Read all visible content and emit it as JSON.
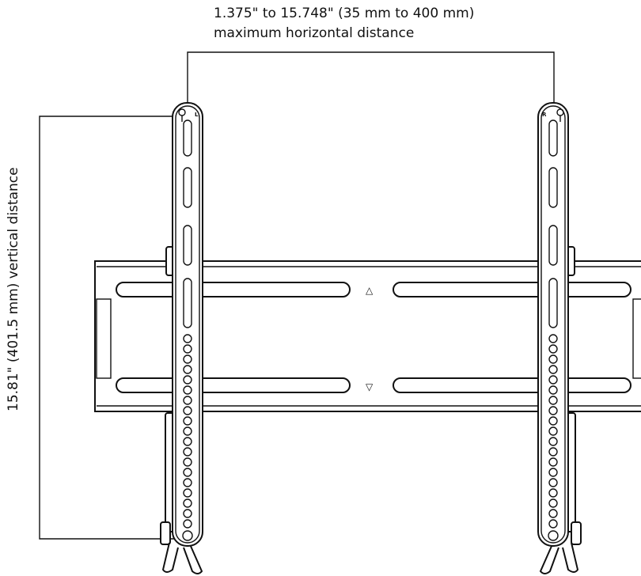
{
  "dimensions": {
    "horizontal_line1": "1.375\" to 15.748\" (35 mm to 400 mm)",
    "horizontal_line2": "maximum horizontal distance",
    "vertical": "15.81\" (401.5 mm) vertical distance"
  },
  "bracket_marks": {
    "left_side_letter": "L",
    "right_side_letter": "R",
    "up_arrow": "△",
    "down_arrow": "▽"
  }
}
